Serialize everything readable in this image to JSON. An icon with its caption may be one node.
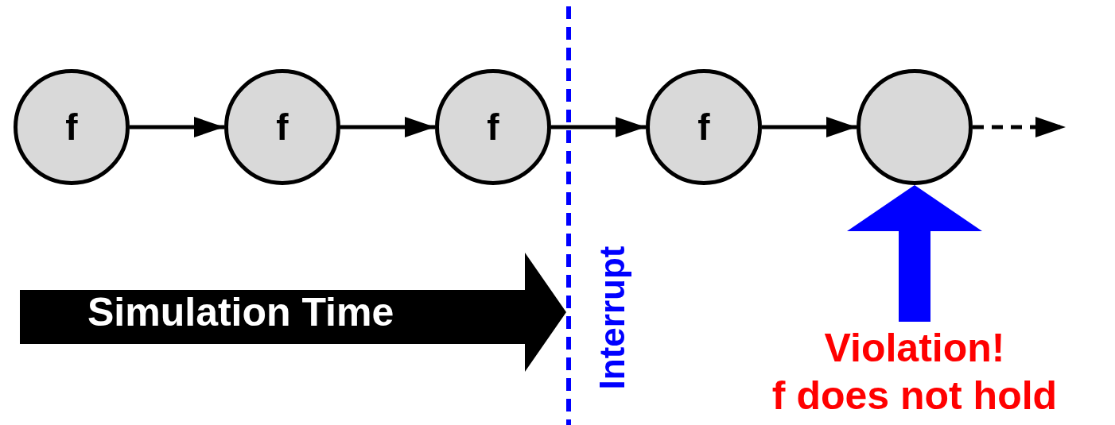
{
  "diagram": {
    "nodes": [
      {
        "text": [
          "f"
        ]
      },
      {
        "text": [
          "f"
        ]
      },
      {
        "text": [
          "f"
        ]
      },
      {
        "text": [
          "f"
        ]
      },
      {
        "text": [],
        "shape": "circle"
      },
      {
        "text": [
          "Violation!",
          "f does not hold"
        ]
      }
    ],
    "edges": [
      {
        "from": 0,
        "to": 1,
        "arrow": "to"
      },
      {
        "from": 1,
        "to": 2,
        "arrow": "to"
      },
      {
        "from": 2,
        "to": 3,
        "arrow": "to"
      },
      {
        "from": 3,
        "to": 4,
        "arrow": "to"
      },
      {
        "from": 4,
        "to": null,
        "arrow": "to",
        "style": "dashed"
      },
      {
        "from": 5,
        "to": 4,
        "arrow": "to",
        "style": "thick",
        "color": "#0000ff"
      }
    ],
    "labels": [
      "Simulation Time",
      "Interrupt"
    ]
  }
}
